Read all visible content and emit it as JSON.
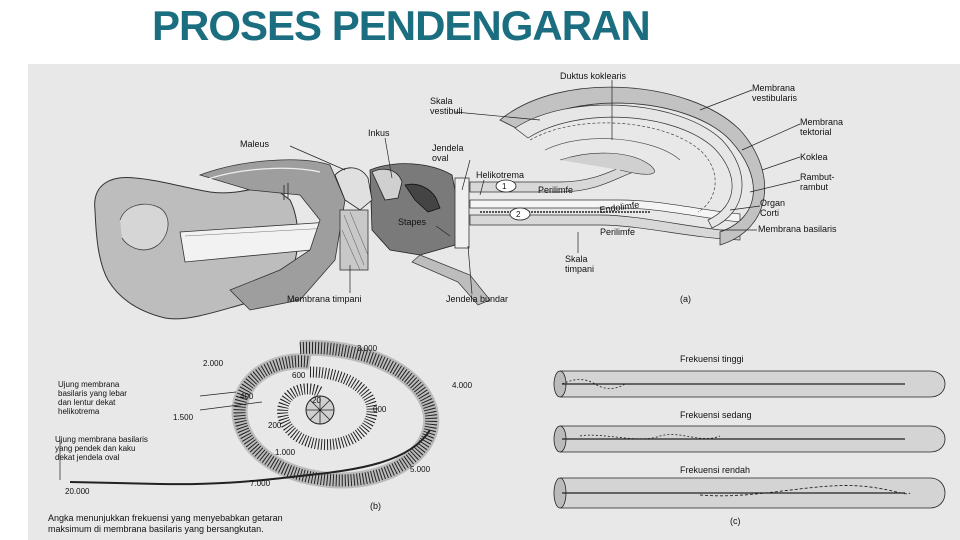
{
  "title": "PROSES PENDENGARAN",
  "panel_a": {
    "tag": "(a)",
    "duktus": "Duktus koklearis",
    "skala_vestibuli": [
      "Skala",
      "vestibuli"
    ],
    "inkus": "Inkus",
    "maleus": "Maleus",
    "jendela_oval": [
      "Jendela",
      "oval"
    ],
    "helikotrema": "Helikotrema",
    "stapes": "Stapes",
    "perilimfe_top": "Perilimfe",
    "endolimfe": "Endolimfe",
    "perilimfe_bottom": "Perilimfe",
    "skala_timpani": [
      "Skala",
      "timpani"
    ],
    "membrana_timpani": "Membrana timpani",
    "jendela_bundar": "Jendela bundar",
    "membrana_vestibularis": [
      "Membrana",
      "vestibularis"
    ],
    "membrana_tektorial": [
      "Membrana",
      "tektorial"
    ],
    "koklea": "Koklea",
    "rambut": [
      "Rambut-",
      "rambut"
    ],
    "organ_corti": [
      "Organ",
      "Corti"
    ],
    "membrana_basilaris": "Membrana basilaris",
    "marker1": "1",
    "marker2": "2"
  },
  "panel_b": {
    "tag": "(b)",
    "freqs": [
      "3.000",
      "2.000",
      "4.000",
      "1.500",
      "600",
      "400",
      "20",
      "000",
      "200",
      "1.000",
      "5.000",
      "7.000",
      "20.000"
    ],
    "note_wide": [
      "Ujung membrana",
      "basilaris yang lebar",
      "dan lentur dekat",
      "helikotrema"
    ],
    "note_narrow": [
      "Ujung membrana basilaris",
      "yang pendek dan kaku",
      "dekat jendela oval"
    ],
    "caption": [
      "Angka menunjukkan frekuensi yang menyebabkan getaran",
      "maksimum di membrana basilaris yang bersangkutan."
    ]
  },
  "panel_c": {
    "tag": "(c)",
    "high": "Frekuensi tinggi",
    "mid": "Frekuensi sedang",
    "low": "Frekuensi rendah"
  },
  "colors": {
    "title": "#1b6e80",
    "scan_bg": "#e8e8e8",
    "ink": "#111111"
  }
}
